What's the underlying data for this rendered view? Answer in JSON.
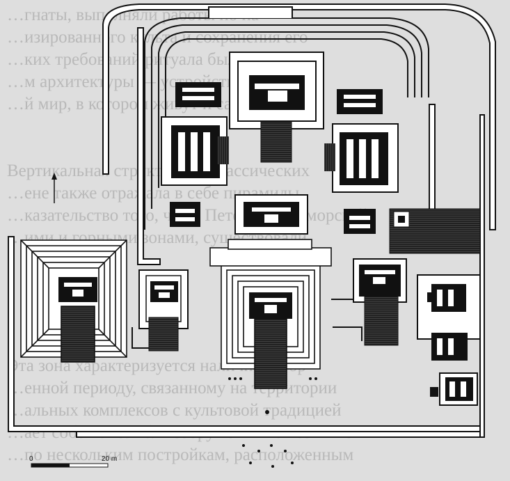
{
  "background_text": [
    "…гнаты, выполняли работы по на",
    "…изированного культа и сохранения его",
    "…ких требований ритуала был ответ,",
    "…м архитектуры — устройства литого",
    "…й мир, в котором живут и сами люди",
    "",
    "Вертикальная структура доклассических",
    "…ене также отражала в себе пирамиды,",
    "…казательство того, что в Петене, в приморской",
    "…ими и горными зонами, существовали",
    "",
    "",
    "",
    "",
    "",
    "Эта зона характеризуется наличием в ор-",
    "…енной периоду, связанному на территории",
    "…альных комплексов с культовой традицией",
    "…ает собой ансамбль сооружений на возвышении",
    "…по нескольким постройкам, расположенным"
  ],
  "scale_bar": {
    "start_label": "0",
    "end_label": "20 m"
  },
  "north_arrow": {
    "icon": "north-arrow-icon"
  },
  "colors": {
    "ink": "#111111",
    "paper": "#ffffff",
    "background": "#dedede"
  }
}
